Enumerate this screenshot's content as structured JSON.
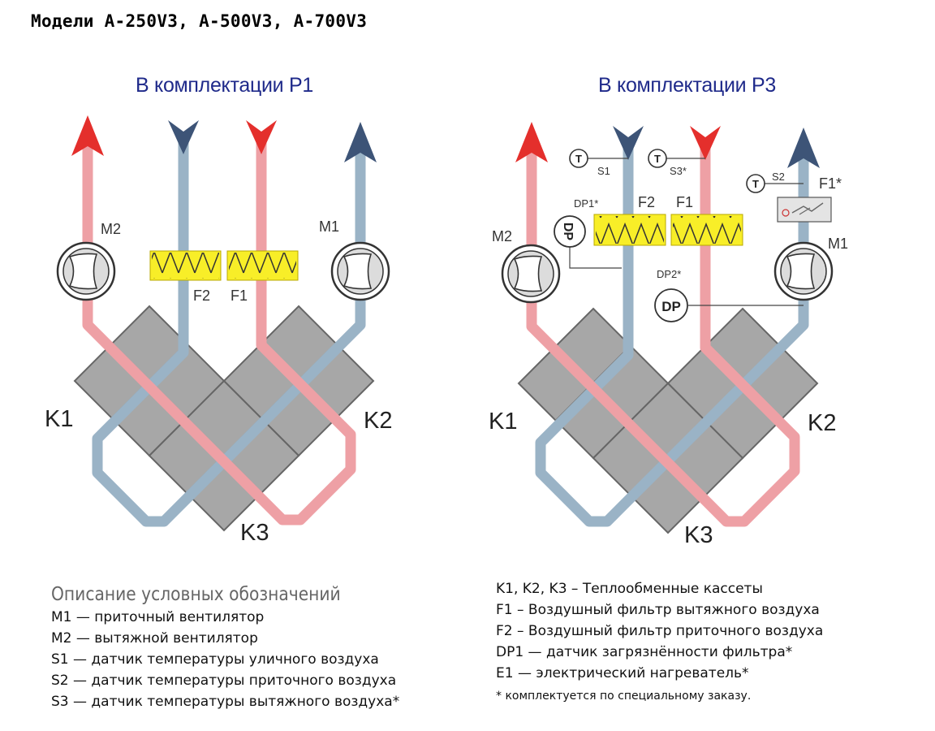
{
  "heading": "Модели A-250V3, A-500V3, A-700V3",
  "left": {
    "subtitle": "В комплектации P1",
    "labels": {
      "m1": "M1",
      "m2": "M2",
      "f1": "F1",
      "f2": "F2",
      "k1": "K1",
      "k2": "K2",
      "k3": "K3"
    }
  },
  "right": {
    "subtitle": "В комплектации P3",
    "labels": {
      "m1": "M1",
      "m2": "M2",
      "f1": "F1",
      "f2": "F2",
      "k1": "K1",
      "k2": "K2",
      "k3": "K3",
      "s1": "S1",
      "s2": "S2",
      "s3": "S3*",
      "dp1": "DP1*",
      "dp2": "DP2*",
      "dp": "DP",
      "t": "T",
      "f1_star": "F1*"
    }
  },
  "legend": {
    "title": "Описание условных обозначений",
    "left_items": [
      "M1 — приточный вентилятор",
      "M2 — вытяжной вентилятор",
      "S1 — датчик температуры уличного воздуха",
      "S2 — датчик температуры приточного воздуха",
      "S3 — датчик температуры вытяжного воздуха*"
    ],
    "right_items": [
      "K1, K2, K3 – Теплообменные кассеты",
      "F1 – Воздушный фильтр вытяжного воздуха",
      "F2 – Воздушный фильтр приточного воздуха",
      "DP1 — датчик загрязнённости фильтра*",
      "E1 — электрический нагреватель*"
    ],
    "footnote": "* комплектуется по специальному заказу."
  },
  "colors": {
    "warm_duct": "#eea0a5",
    "cold_duct": "#9ab3c6",
    "warm_arrow": "#e42f2c",
    "cold_arrow": "#3d5477",
    "filter": "#f8ee28",
    "cassette": "#a7a7a7"
  }
}
